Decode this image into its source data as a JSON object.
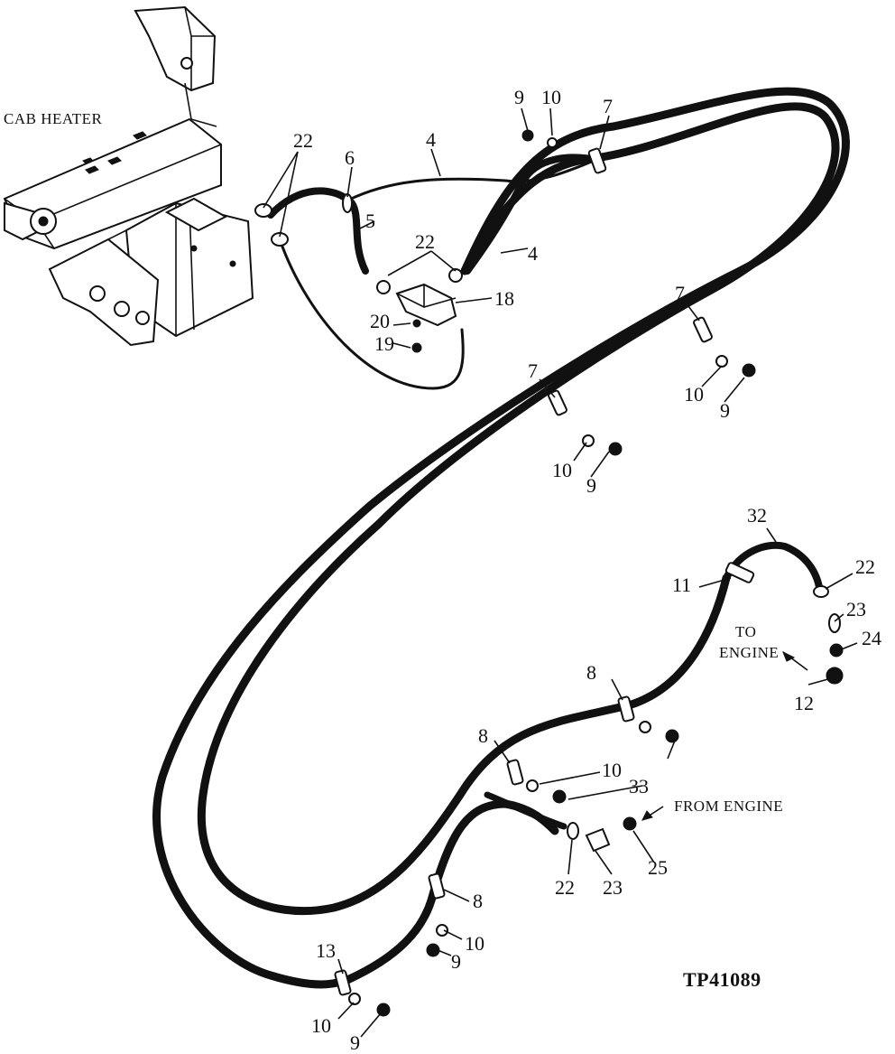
{
  "diagram": {
    "figure_id": "TP41089",
    "notes": {
      "cab_heater": "CAB HEATER",
      "to_engine_1": "TO",
      "to_engine_2": "ENGINE",
      "from_engine": "FROM ENGINE"
    },
    "callouts": [
      "22",
      "6",
      "4",
      "5",
      "9",
      "10",
      "7",
      "4",
      "22",
      "18",
      "20",
      "19",
      "7",
      "10",
      "9",
      "7",
      "10",
      "9",
      "32",
      "22",
      "11",
      "23",
      "24",
      "12",
      "8",
      "8",
      "10",
      "33",
      "22",
      "23",
      "25",
      "8",
      "10",
      "9",
      "13",
      "10",
      "9"
    ]
  },
  "colors": {
    "ink": "#111111",
    "paper": "#ffffff"
  }
}
